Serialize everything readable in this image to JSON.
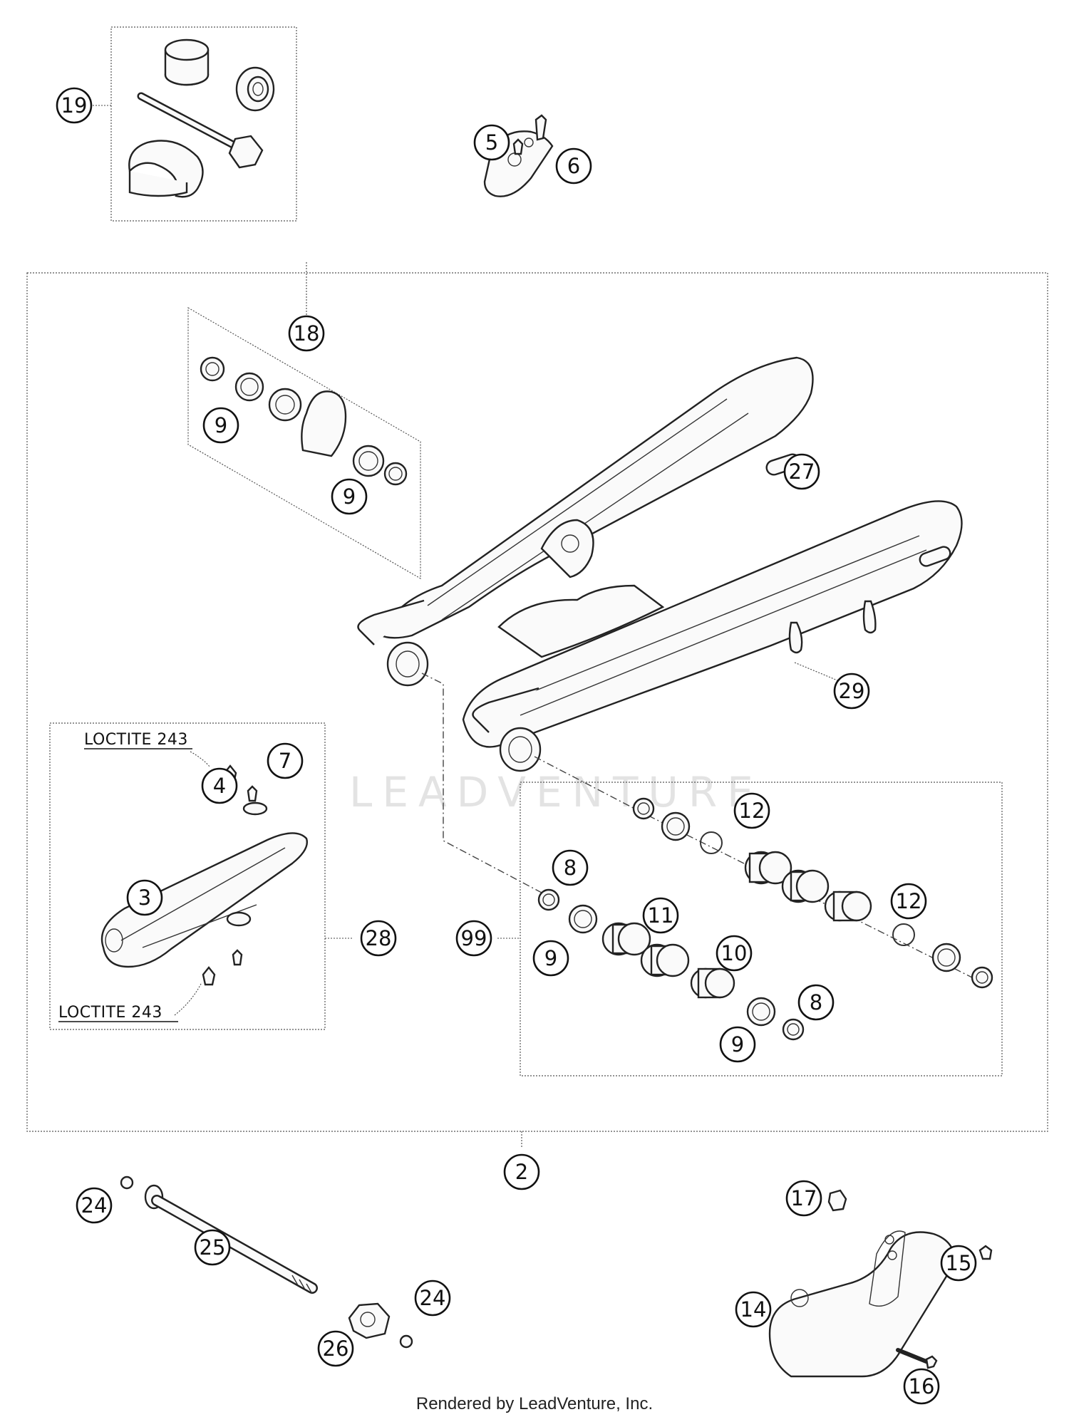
{
  "diagram": {
    "callouts": [
      "19",
      "5",
      "6",
      "18",
      "9",
      "9",
      "27",
      "29",
      "7",
      "4",
      "3",
      "28",
      "12",
      "8",
      "11",
      "12",
      "99",
      "9",
      "10",
      "8",
      "9",
      "2",
      "24",
      "17",
      "25",
      "24",
      "15",
      "26",
      "14",
      "16"
    ],
    "notes": [
      "LOCTITE 243",
      "LOCTITE 243"
    ],
    "watermark": "LEADVENTURE",
    "footer": "Rendered by LeadVenture, Inc."
  }
}
